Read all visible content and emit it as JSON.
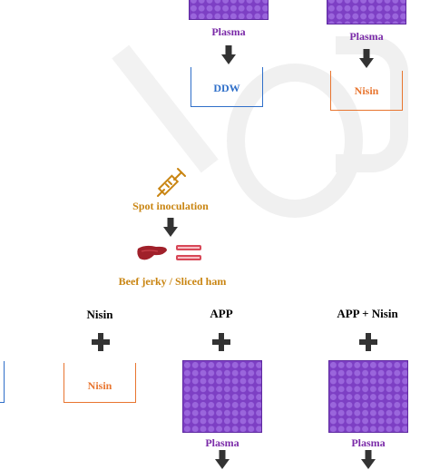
{
  "top": {
    "left": {
      "plasma_label": "Plasma",
      "cup_label": "DDW",
      "cup_color": "#2f6fc9"
    },
    "right": {
      "plasma_label": "Plasma",
      "cup_label": "Nisin",
      "cup_color": "#e8752f"
    }
  },
  "middle": {
    "inoculation_label": "Spot inoculation",
    "samples_label": "Beef jerky / Sliced ham",
    "icons": [
      "syringe-icon",
      "beef-jerky-icon",
      "sliced-ham-icon",
      "down-arrow-icon"
    ]
  },
  "bottom": {
    "columns": [
      {
        "title": "Nisin",
        "cup_label": "Nisin"
      },
      {
        "title": "APP",
        "plasma_label": "Plasma"
      },
      {
        "title": "APP + Nisin",
        "plasma_label": "Plasma"
      }
    ]
  },
  "colors": {
    "plasma": "#7d3fc4",
    "plasma_text": "#7a2aa8",
    "ddw": "#2f6fc9",
    "nisin": "#e8752f",
    "inoculation_text": "#c98512",
    "meat": "#a0202a"
  }
}
